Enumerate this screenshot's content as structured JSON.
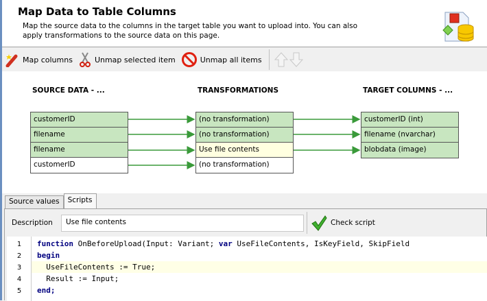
{
  "header": {
    "title": "Map Data to Table Columns",
    "description": "Map the source data to the columns in the target table you want to upload into.  You can also apply transformations to the source data on this page."
  },
  "toolbar": {
    "map_columns": "Map columns",
    "unmap_selected": "Unmap selected item",
    "unmap_all": "Unmap all items"
  },
  "mapping": {
    "headers": {
      "source": "SOURCE DATA - ...",
      "transform": "TRANSFORMATIONS",
      "target": "TARGET COLUMNS - ..."
    },
    "source": [
      "customerID",
      "filename",
      "filename",
      "customerID"
    ],
    "transformations": [
      "(no transformation)",
      "(no transformation)",
      "Use file contents",
      "(no transformation)"
    ],
    "targets": [
      "customerID (int)",
      "filename (nvarchar)",
      "blobdata (image)"
    ]
  },
  "tabs": [
    "Source values",
    "Scripts"
  ],
  "scripts": {
    "description_label": "Description",
    "description_value": "Use file contents",
    "check_label": "Check script",
    "lines": [
      {
        "n": "1",
        "text": "function OnBeforeUpload(Input: Variant; var UseFileContents, IsKeyField, SkipField"
      },
      {
        "n": "2",
        "text": "begin"
      },
      {
        "n": "3",
        "text": "  UseFileContents := True;"
      },
      {
        "n": "4",
        "text": "  Result := Input;"
      },
      {
        "n": "5",
        "text": "end;"
      }
    ]
  },
  "colors": {
    "mapped": "#c8e6c0",
    "selected": "#ffffe0",
    "arrow": "#3a9a3a"
  }
}
